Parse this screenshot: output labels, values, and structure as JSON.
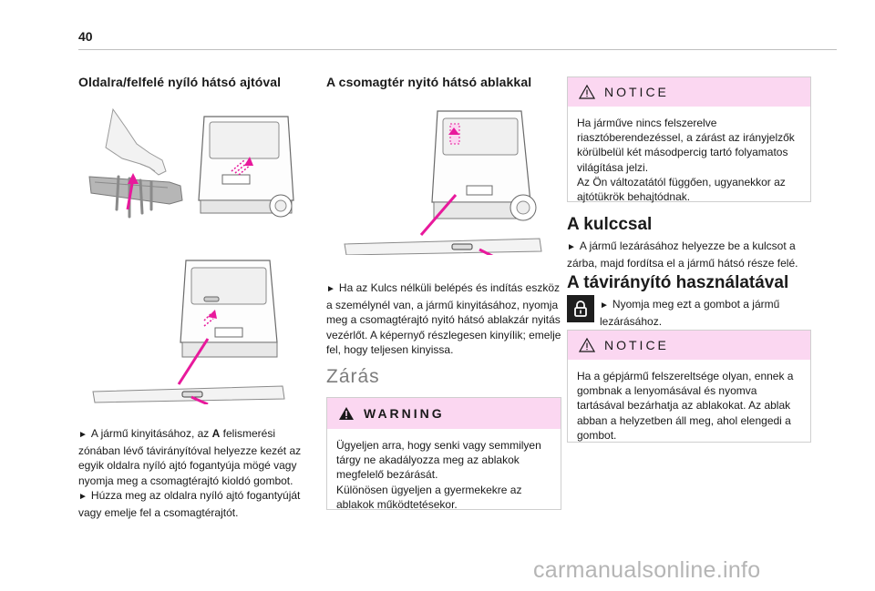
{
  "page": {
    "number": "40"
  },
  "col1": {
    "heading": "Oldalra/felfelé nyíló hátsó ajtóval",
    "step1": {
      "arrow": "►",
      "before": "A jármű kinyitásához, az ",
      "bold": "A",
      "after": " felismerési zónában lévő távirányítóval helyezze kezét az egyik oldalra nyíló ajtó fogantyúja mögé vagy nyomja meg a csomagtérajtó kioldó gombot."
    },
    "step2": {
      "arrow": "►",
      "text": "Húzza meg az oldalra nyíló ajtó fogantyúját vagy emelje fel a csomagtérajtót."
    }
  },
  "col2": {
    "heading": "A csomagtér nyitó hátsó ablakkal",
    "step1": {
      "arrow": "►",
      "text": "Ha az Kulcs nélküli belépés és indítás eszköz a személynél van, a jármű kinyitásához, nyomja meg a csomagtérajtó nyitó hátsó ablakzár nyitás vezérlőt. A képernyő részlegesen kinyílik; emelje fel, hogy teljesen kinyissa."
    },
    "section_title": "Zárás",
    "warning": {
      "title": "WARNING",
      "lines": [
        "Ügyeljen arra, hogy senki vagy semmilyen tárgy ne akadályozza meg az ablakok megfelelő bezárását.",
        "Különösen ügyeljen a gyermekekre az ablakok működtetésekor."
      ]
    }
  },
  "col3": {
    "notice1": {
      "title": "NOTICE",
      "lines": [
        "Ha járműve nincs felszerelve riasztóberendezéssel, a zárást az irányjelzők körülbelül két másodpercig tartó folyamatos világítása jelzi.",
        "Az Ön változatától függően, ugyanekkor az ajtótükrök behajtódnak."
      ]
    },
    "kulcs": {
      "title": "A kulccsal",
      "arrow": "►",
      "text": "A jármű lezárásához helyezze be a kulcsot a zárba, majd fordítsa el a jármű hátsó része felé."
    },
    "taviranyito": {
      "title": "A távirányító használatával",
      "icon": "lock-icon",
      "arrow": "►",
      "text": "Nyomja meg ezt a gombot a jármű lezárásához."
    },
    "notice2": {
      "title": "NOTICE",
      "text": "Ha a gépjármű felszereltsége olyan, ennek a gombnak a lenyomásával és nyomva tartásával bezárhatja az ablakokat. Az ablak abban a helyzetben áll meg, ahol elengedi a gombot."
    }
  },
  "watermark": "carmanualsonline.info",
  "colors": {
    "accent": "#e8199c",
    "box_header": "#fbd7f1",
    "rule": "#bfbfbf"
  }
}
